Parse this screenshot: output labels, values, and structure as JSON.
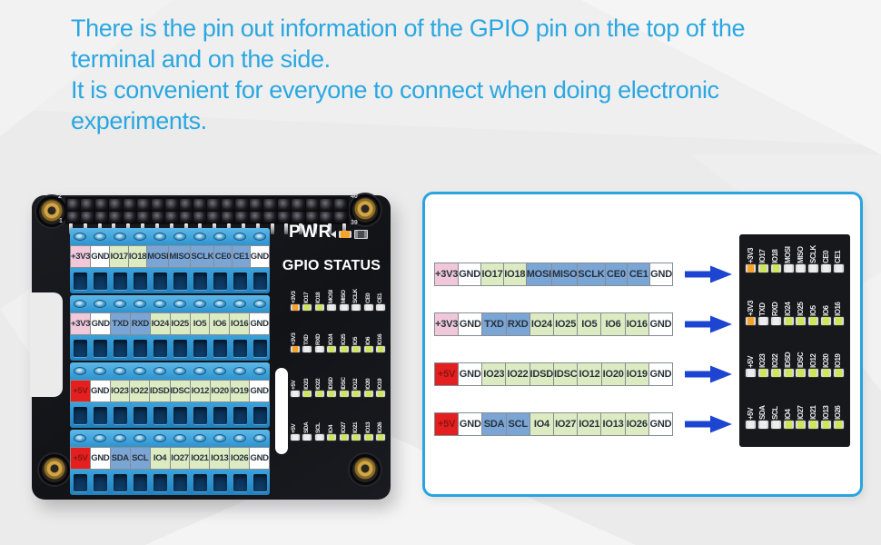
{
  "page": {
    "heading_lines": [
      "There is the pin out information of the GPIO pin on the top of the",
      "terminal and on the side.",
      "It is convenient for everyone to connect when doing electronic",
      "experiments."
    ]
  },
  "board": {
    "pwr_label": "PWR",
    "gpio_status_label": "GPIO STATUS",
    "pin_numbers": {
      "top_left": "2",
      "top_right": "40",
      "bottom_left": "1",
      "bottom_right": "39"
    }
  },
  "pin_rows": [
    [
      {
        "label": "+3V3",
        "color": "pink"
      },
      {
        "label": "GND",
        "color": "white"
      },
      {
        "label": "IO17",
        "color": "green"
      },
      {
        "label": "IO18",
        "color": "green"
      },
      {
        "label": "MOSI",
        "color": "blue"
      },
      {
        "label": "MISO",
        "color": "blue"
      },
      {
        "label": "SCLK",
        "color": "blue"
      },
      {
        "label": "CE0",
        "color": "blue"
      },
      {
        "label": "CE1",
        "color": "blue"
      },
      {
        "label": "GND",
        "color": "white"
      }
    ],
    [
      {
        "label": "+3V3",
        "color": "pink"
      },
      {
        "label": "GND",
        "color": "white"
      },
      {
        "label": "TXD",
        "color": "blue"
      },
      {
        "label": "RXD",
        "color": "blue"
      },
      {
        "label": "IO24",
        "color": "green"
      },
      {
        "label": "IO25",
        "color": "green"
      },
      {
        "label": "IO5",
        "color": "green"
      },
      {
        "label": "IO6",
        "color": "green"
      },
      {
        "label": "IO16",
        "color": "green"
      },
      {
        "label": "GND",
        "color": "white"
      }
    ],
    [
      {
        "label": "+5V",
        "color": "red"
      },
      {
        "label": "GND",
        "color": "white"
      },
      {
        "label": "IO23",
        "color": "green"
      },
      {
        "label": "IO22",
        "color": "green"
      },
      {
        "label": "IDSD",
        "color": "green"
      },
      {
        "label": "IDSC",
        "color": "green"
      },
      {
        "label": "IO12",
        "color": "green"
      },
      {
        "label": "IO20",
        "color": "green"
      },
      {
        "label": "IO19",
        "color": "green"
      },
      {
        "label": "GND",
        "color": "white"
      }
    ],
    [
      {
        "label": "+5V",
        "color": "red"
      },
      {
        "label": "GND",
        "color": "white"
      },
      {
        "label": "SDA",
        "color": "blue"
      },
      {
        "label": "SCL",
        "color": "blue"
      },
      {
        "label": "IO4",
        "color": "green"
      },
      {
        "label": "IO27",
        "color": "green"
      },
      {
        "label": "IO21",
        "color": "green"
      },
      {
        "label": "IO13",
        "color": "green"
      },
      {
        "label": "IO26",
        "color": "green"
      },
      {
        "label": "GND",
        "color": "white"
      }
    ]
  ],
  "led_groups": [
    [
      {
        "label": "+3V3",
        "led": "orange"
      },
      {
        "label": "IO17",
        "led": "green"
      },
      {
        "label": "IO18",
        "led": "green"
      },
      {
        "label": "MOSI",
        "led": "white"
      },
      {
        "label": "MISO",
        "led": "white"
      },
      {
        "label": "SCLK",
        "led": "white"
      },
      {
        "label": "CE0",
        "led": "white"
      },
      {
        "label": "CE1",
        "led": "white"
      }
    ],
    [
      {
        "label": "+3V3",
        "led": "orange"
      },
      {
        "label": "TXD",
        "led": "white"
      },
      {
        "label": "RXD",
        "led": "white"
      },
      {
        "label": "IO24",
        "led": "green"
      },
      {
        "label": "IO25",
        "led": "green"
      },
      {
        "label": "IO5",
        "led": "green"
      },
      {
        "label": "IO6",
        "led": "green"
      },
      {
        "label": "IO16",
        "led": "green"
      }
    ],
    [
      {
        "label": "+5V",
        "led": "white"
      },
      {
        "label": "IO23",
        "led": "green"
      },
      {
        "label": "IO22",
        "led": "green"
      },
      {
        "label": "IDSD",
        "led": "green"
      },
      {
        "label": "IDSC",
        "led": "green"
      },
      {
        "label": "IO12",
        "led": "green"
      },
      {
        "label": "IO20",
        "led": "green"
      },
      {
        "label": "IO19",
        "led": "green"
      }
    ],
    [
      {
        "label": "+5V",
        "led": "white"
      },
      {
        "label": "SDA",
        "led": "white"
      },
      {
        "label": "SCL",
        "led": "white"
      },
      {
        "label": "IO4",
        "led": "green"
      },
      {
        "label": "IO27",
        "led": "green"
      },
      {
        "label": "IO21",
        "led": "green"
      },
      {
        "label": "IO13",
        "led": "green"
      },
      {
        "label": "IO26",
        "led": "green"
      }
    ]
  ],
  "colors": {
    "background": "#ebebec",
    "heading": "#2aa7e0",
    "panel_border": "#29a4e0",
    "arrow": "#1d45d2",
    "cell_pink": "#f1c7da",
    "cell_white": "#ffffff",
    "cell_green": "#dcebc1",
    "cell_blue": "#7ba5d5",
    "cell_red": "#e3201f",
    "cell_text": "#27313c",
    "cell_text_on_red": "#8c1412",
    "led_orange": "#f7a229",
    "led_green": "#cde65a",
    "led_white": "#ededed"
  }
}
